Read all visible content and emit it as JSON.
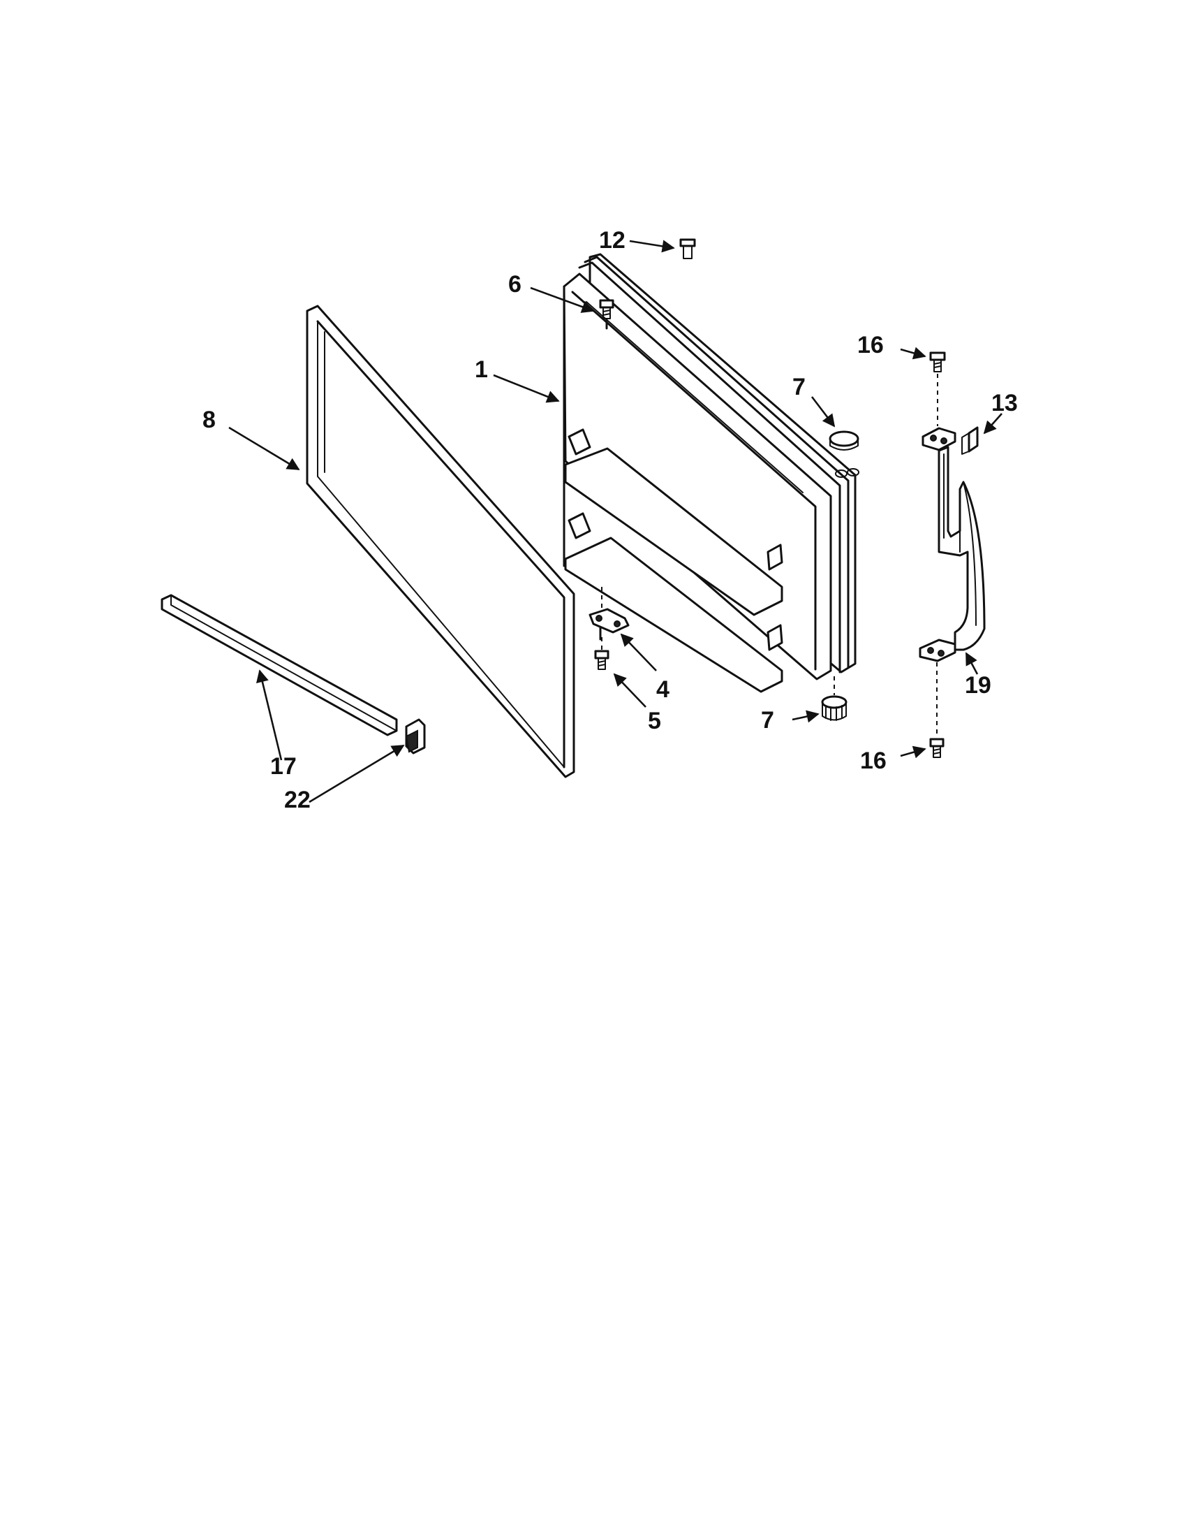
{
  "callouts": [
    {
      "id": "c12",
      "label": "12"
    },
    {
      "id": "c6",
      "label": "6"
    },
    {
      "id": "c1",
      "label": "1"
    },
    {
      "id": "c8",
      "label": "8"
    },
    {
      "id": "c7a",
      "label": "7"
    },
    {
      "id": "c7b",
      "label": "7"
    },
    {
      "id": "c4",
      "label": "4"
    },
    {
      "id": "c5",
      "label": "5"
    },
    {
      "id": "c16a",
      "label": "16"
    },
    {
      "id": "c16b",
      "label": "16"
    },
    {
      "id": "c13",
      "label": "13"
    },
    {
      "id": "c19",
      "label": "19"
    },
    {
      "id": "c17",
      "label": "17"
    },
    {
      "id": "c22",
      "label": "22"
    }
  ]
}
